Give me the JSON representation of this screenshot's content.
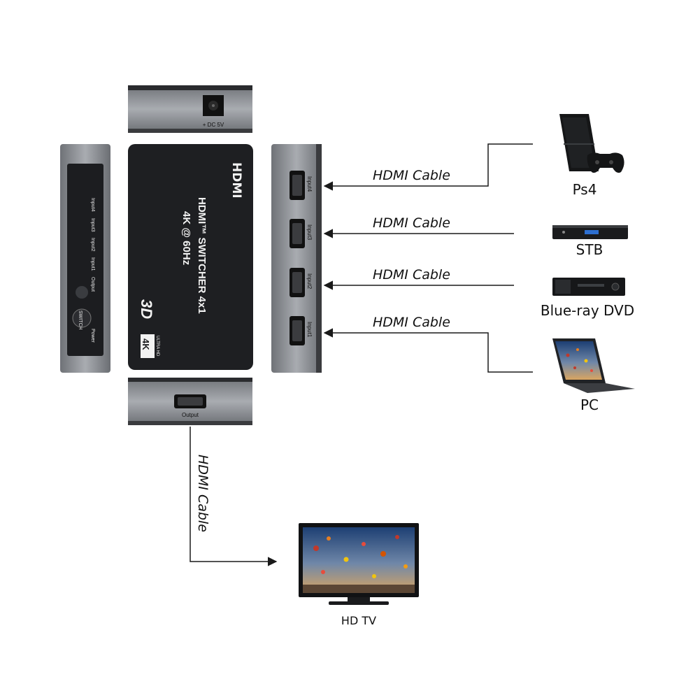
{
  "switcher": {
    "title_line1": "HDMI™ SWITCHER 4x1",
    "title_line2": "4K @ 60Hz",
    "logo": "HDMI",
    "badge_3d": "3D",
    "badge_4k": "4K",
    "badge_4k_sub": "ULTRA HD",
    "dc_label": "+ DC 5V",
    "output_label": "Output",
    "inputs": [
      "Input4",
      "Input3",
      "Input2",
      "Input1"
    ],
    "front_labels": [
      "Input4",
      "Input3",
      "Input2",
      "Input1",
      "Output",
      "Power"
    ],
    "switch_label": "SWITCH"
  },
  "connections": [
    {
      "cable_label": "HDMI Cable",
      "device": "Ps4"
    },
    {
      "cable_label": "HDMI Cable",
      "device": "STB"
    },
    {
      "cable_label": "HDMI Cable",
      "device": "Blue-ray DVD"
    },
    {
      "cable_label": "HDMI Cable",
      "device": "PC"
    }
  ],
  "output": {
    "cable_label": "HDMI Cable",
    "device": "HD TV"
  },
  "colors": {
    "housing": "#8d9095",
    "body": "#1e1f22",
    "line": "#1a1a1a"
  }
}
